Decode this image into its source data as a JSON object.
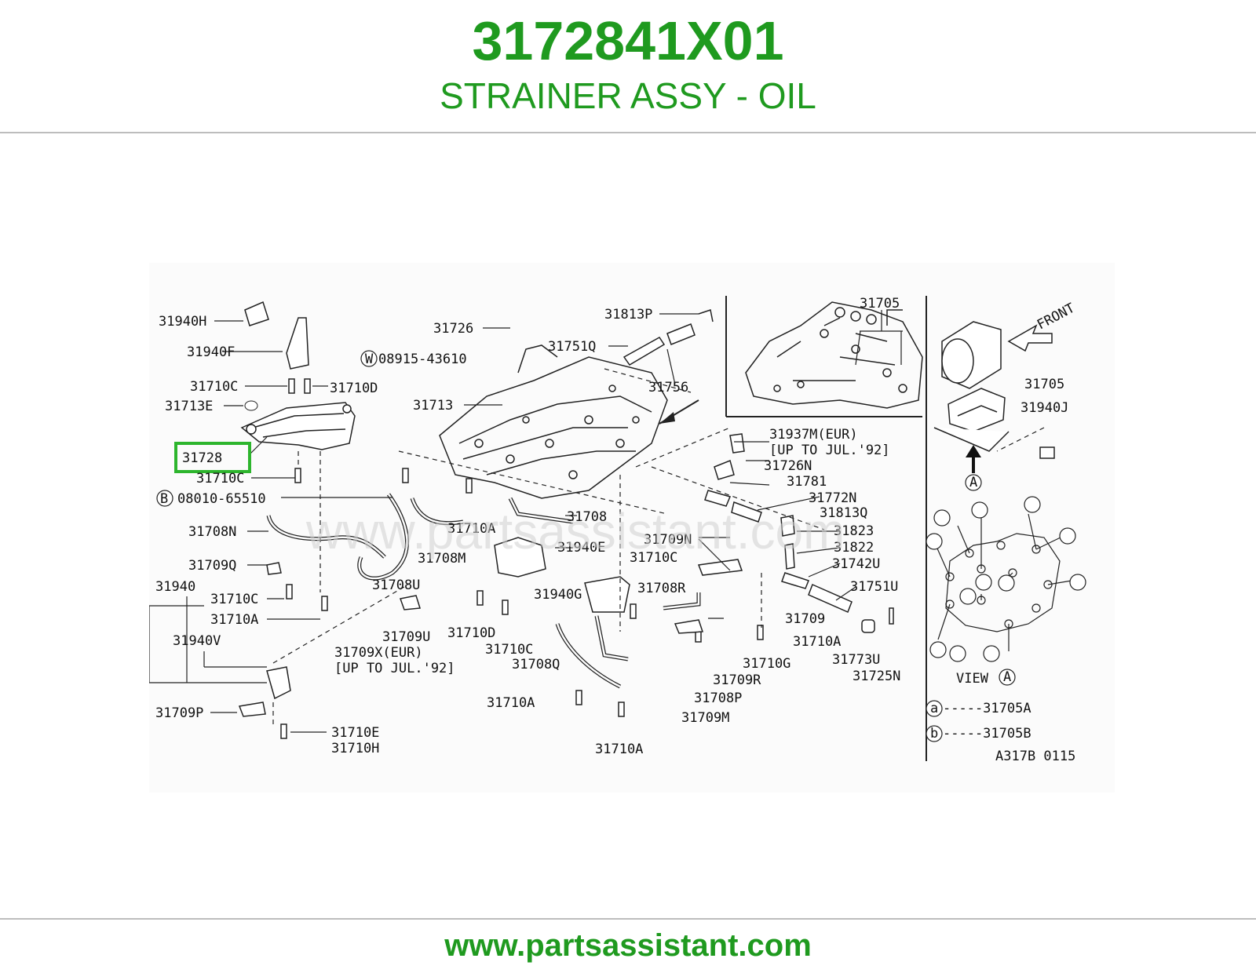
{
  "header": {
    "part_number": "3172841X01",
    "description": "STRAINER ASSY - OIL"
  },
  "footer": {
    "url": "www.partsassistant.com"
  },
  "watermark": "www.partsassistant.com",
  "highlight": {
    "part": "31728",
    "color": "#2db52d"
  },
  "colors": {
    "brand_green": "#1f9a1f",
    "rule_gray": "#bdbdbd"
  },
  "diagram": {
    "labels": {
      "l31940H": "31940H",
      "l31940F": "31940F",
      "l31710C_a": "31710C",
      "l31710D_a": "31710D",
      "l31713E": "31713E",
      "l31728": "31728",
      "l31710C_b": "31710C",
      "l08010": "08010-65510",
      "l31708N": "31708N",
      "l31709Q": "31709Q",
      "l31940": "31940",
      "l31710C_c": "31710C",
      "l31710A_a": "31710A",
      "l31940V": "31940V",
      "l31709P": "31709P",
      "l31710E": "31710E",
      "l31710H": "31710H",
      "l31726": "31726",
      "l08915": "08915-43610",
      "l31713": "31713",
      "l31710A_b": "31710A",
      "l31708M": "31708M",
      "l31708U": "31708U",
      "l31709U": "31709U",
      "l31709X": "31709X(EUR)",
      "l31709X_note": "[UP TO JUL.'92]",
      "l31710D_b": "31710D",
      "l31710C_d": "31710C",
      "l31708Q": "31708Q",
      "l31710A_c": "31710A",
      "l31710A_d": "31710A",
      "l31708": "31708",
      "l31940E": "31940E",
      "l31940G": "31940G",
      "l31813P": "31813P",
      "l31751Q": "31751Q",
      "l31756": "31756",
      "l31709N": "31709N",
      "l31710C_e": "31710C",
      "l31708R": "31708R",
      "l31709": "31709",
      "l31710A_e": "31710A",
      "l31710G": "31710G",
      "l31709R": "31709R",
      "l31708P": "31708P",
      "l31709M": "31709M",
      "l31937M": "31937M(EUR)",
      "l31937M_note": "[UP TO JUL.'92]",
      "l31726N": "31726N",
      "l31781": "31781",
      "l31772N": "31772N",
      "l31813Q": "31813Q",
      "l31823": "31823",
      "l31822": "31822",
      "l31742U": "31742U",
      "l31751U": "31751U",
      "l31773U": "31773U",
      "l31725N": "31725N",
      "l31705_a": "31705",
      "l31705_b": "31705",
      "l31940J": "31940J",
      "l_front": "FRONT",
      "l_view": "VIEW",
      "l_viewA": "A",
      "l_A": "A",
      "l_B": "B",
      "l_W": "W",
      "l_a": "a",
      "l_b": "b",
      "legend_a": "-----31705A",
      "legend_b": "-----31705B",
      "code": "A317B 0115"
    }
  }
}
